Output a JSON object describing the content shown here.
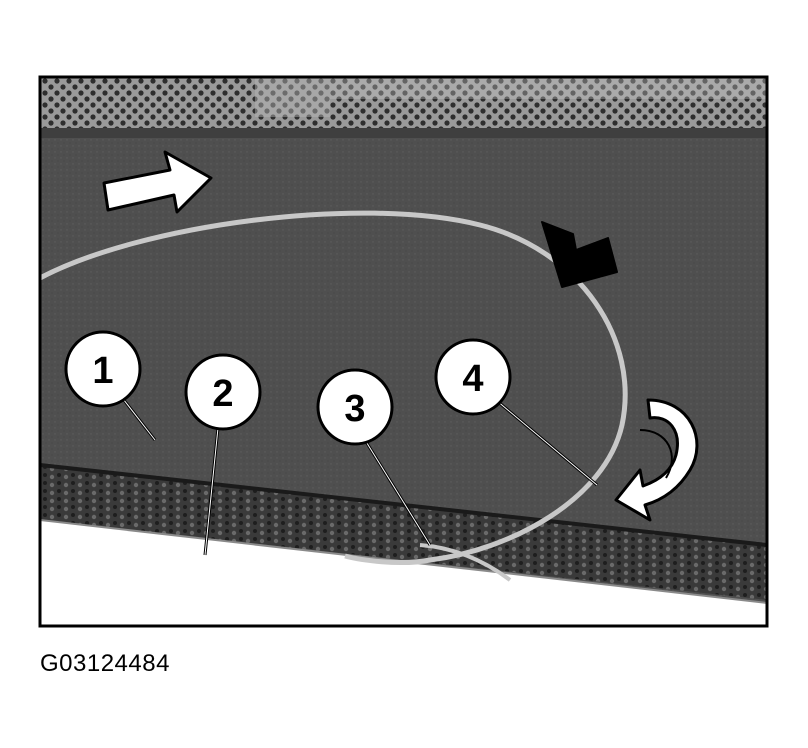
{
  "figure": {
    "code": "G03124484",
    "callouts": [
      {
        "label": "1"
      },
      {
        "label": "2"
      },
      {
        "label": "3"
      },
      {
        "label": "4"
      }
    ]
  }
}
